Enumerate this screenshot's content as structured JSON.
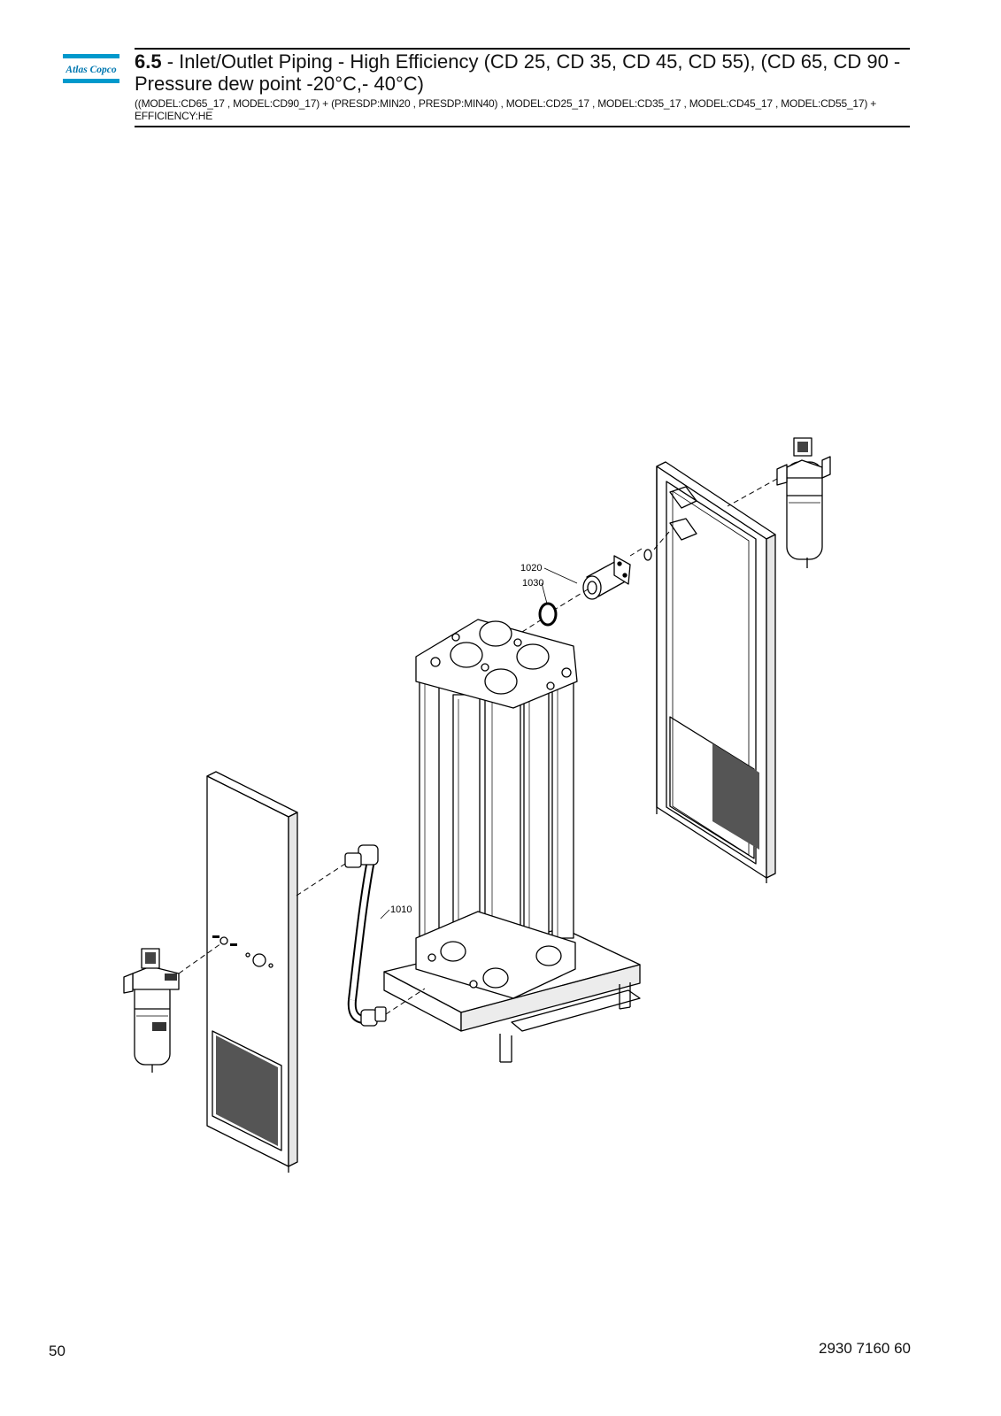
{
  "header": {
    "logo_text": "Atlas Copco",
    "section_number": "6.5",
    "title_rest": " - Inlet/Outlet Piping - High Efficiency (CD 25, CD 35, CD 45, CD 55), (CD 65, CD 90 - Pressure dew point -20°C,- 40°C)",
    "conditions": "((MODEL:CD65_17 , MODEL:CD90_17) + (PRESDP:MIN20 , PRESDP:MIN40) , MODEL:CD25_17 , MODEL:CD35_17 , MODEL:CD45_17 , MODEL:CD55_17) + EFFICIENCY:HE"
  },
  "callouts": {
    "c1020": "1020",
    "c1030": "1030",
    "c1010": "1010"
  },
  "footer": {
    "page_number": "50",
    "document_number": "2930 7160 60"
  },
  "colors": {
    "brand_blue": "#0099CC",
    "line": "#000000"
  }
}
